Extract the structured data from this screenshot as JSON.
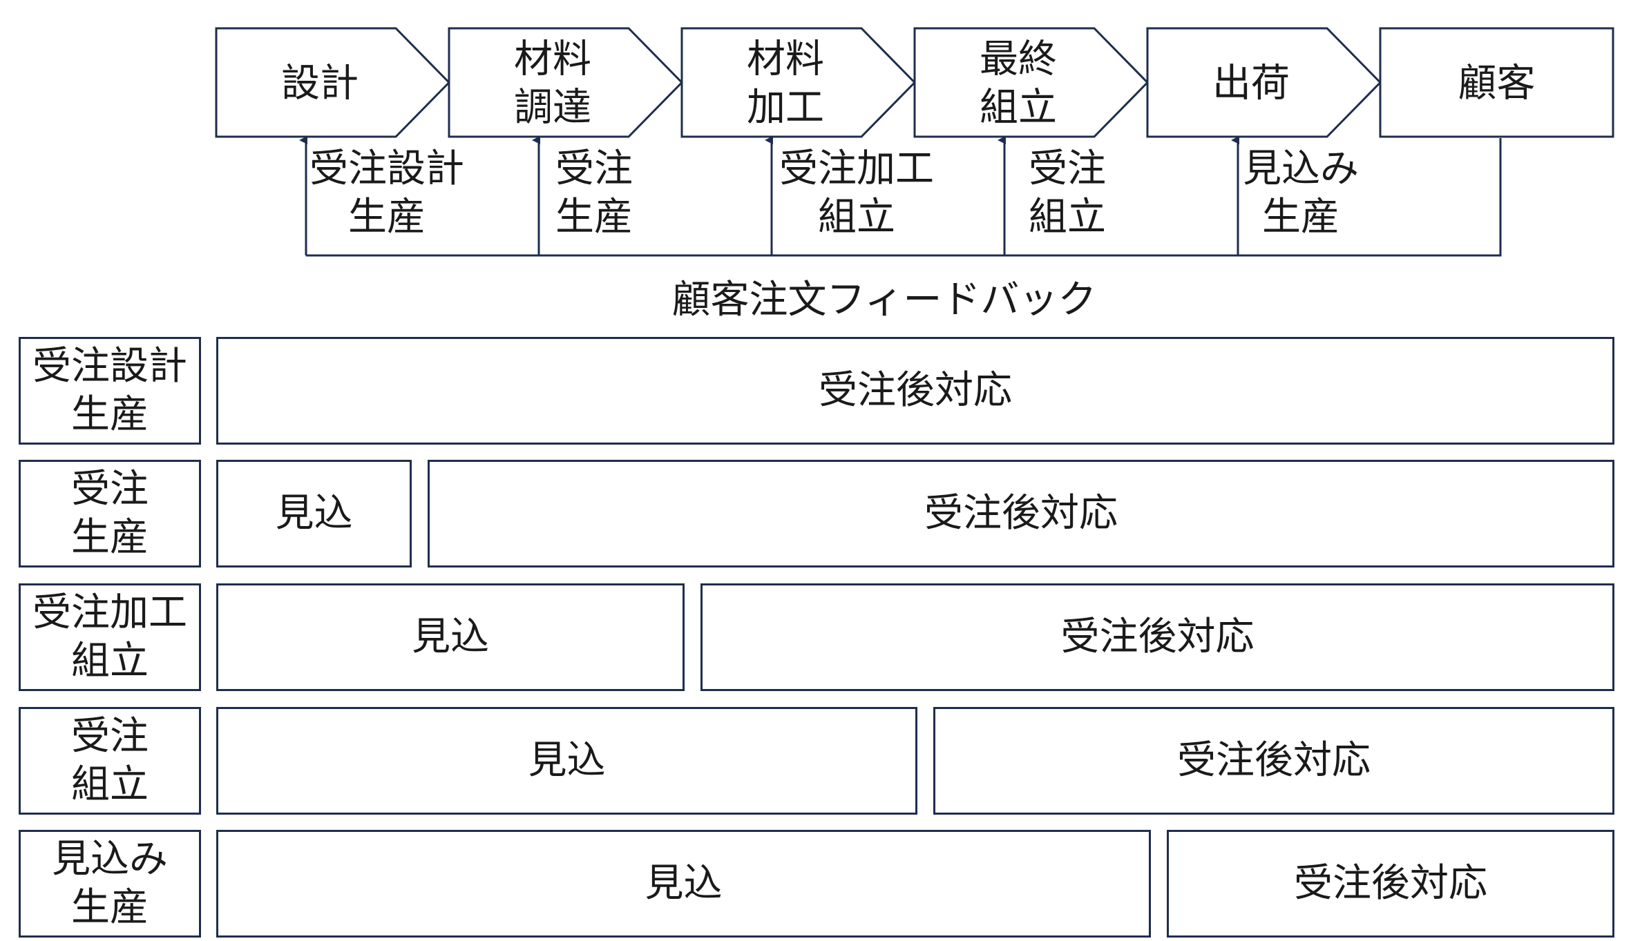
{
  "flow": {
    "steps": [
      {
        "label": "設計"
      },
      {
        "label": "材料\n調達"
      },
      {
        "label": "材料\n加工"
      },
      {
        "label": "最終\n組立"
      },
      {
        "label": "出荷"
      },
      {
        "label": "顧客"
      }
    ],
    "decoupling_labels": [
      {
        "label": "受注設計\n生産"
      },
      {
        "label": "受注\n生産"
      },
      {
        "label": "受注加工\n組立"
      },
      {
        "label": "受注\n組立"
      },
      {
        "label": "見込み\n生産"
      }
    ]
  },
  "feedback_label": "顧客注文フィードバック",
  "matrix": {
    "rows": [
      {
        "name": "受注設計\n生産",
        "forecast": "",
        "order": "受注後対応"
      },
      {
        "name": "受注\n生産",
        "forecast": "見込",
        "order": "受注後対応"
      },
      {
        "name": "受注加工\n組立",
        "forecast": "見込",
        "order": "受注後対応"
      },
      {
        "name": "受注\n組立",
        "forecast": "見込",
        "order": "受注後対応"
      },
      {
        "name": "見込み\n生産",
        "forecast": "見込",
        "order": "受注後対応"
      }
    ]
  },
  "colors": {
    "line": "#1f2d4d",
    "text": "#1a1a1a",
    "background": "#ffffff"
  }
}
